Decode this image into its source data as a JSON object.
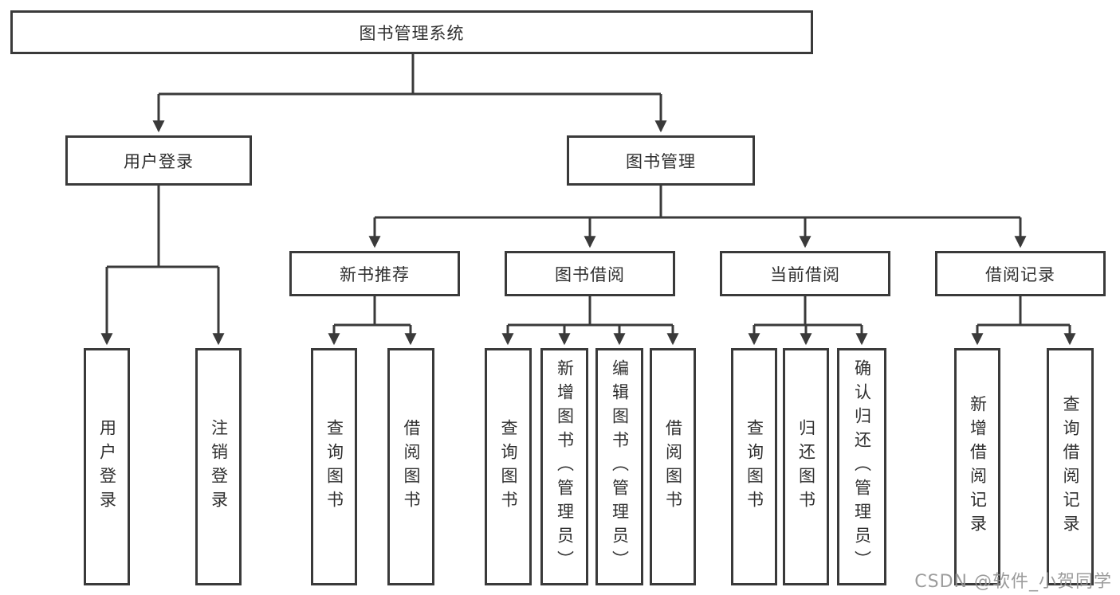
{
  "tree": {
    "root": "图书管理系统",
    "branches": [
      {
        "label": "用户登录",
        "children": [
          "用户登录",
          "注销登录"
        ]
      },
      {
        "label": "图书管理",
        "sections": [
          {
            "label": "新书推荐",
            "children": [
              "查询图书",
              "借阅图书"
            ]
          },
          {
            "label": "图书借阅",
            "children": [
              "查询图书",
              "新增图书（管理员）",
              "编辑图书（管理员）",
              "借阅图书"
            ]
          },
          {
            "label": "当前借阅",
            "children": [
              "查询图书",
              "归还图书",
              "确认归还（管理员）"
            ]
          },
          {
            "label": "借阅记录",
            "children": [
              "新增借阅记录",
              "查询借阅记录"
            ]
          }
        ]
      }
    ]
  },
  "watermark": "CSDN @软件_小贺同学",
  "colors": {
    "line": "#3a3a3a",
    "text": "#2f2f2f",
    "watermark": "#949494",
    "background": "#ffffff"
  }
}
